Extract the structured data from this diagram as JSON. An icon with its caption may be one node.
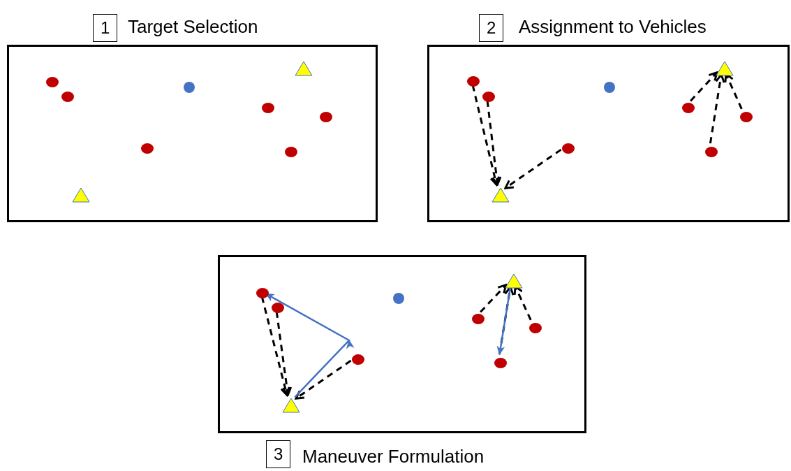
{
  "diagram": {
    "nodes": [
      {
        "text": [
          "1",
          "Target Selection"
        ]
      },
      {
        "text": [],
        "shape": "circle",
        "in": 0
      },
      {
        "text": [],
        "shape": "circle",
        "in": 0
      },
      {
        "text": [],
        "shape": "triangle",
        "in": 0
      },
      {
        "text": [],
        "shape": "circle",
        "in": 0
      },
      {
        "text": [],
        "shape": "circle",
        "in": 0
      },
      {
        "text": [],
        "shape": "circle",
        "in": 0
      },
      {
        "text": [],
        "shape": "circle",
        "in": 0
      },
      {
        "text": [],
        "shape": "triangle",
        "in": 0
      },
      {
        "text": [],
        "shape": "circle",
        "in": 0
      },
      {
        "text": [
          "2",
          "Assignment to Vehicles"
        ]
      },
      {
        "text": [],
        "shape": "circle",
        "in": 10
      },
      {
        "text": [],
        "shape": "circle",
        "in": 10
      },
      {
        "text": [],
        "shape": "triangle",
        "in": 10
      },
      {
        "text": [],
        "shape": "circle",
        "in": 10
      },
      {
        "text": [],
        "shape": "circle",
        "in": 10
      },
      {
        "text": [],
        "shape": "circle",
        "in": 10
      },
      {
        "text": [],
        "shape": "circle",
        "in": 10
      },
      {
        "text": [],
        "shape": "triangle",
        "in": 10
      },
      {
        "text": [],
        "shape": "circle",
        "in": 10
      },
      {
        "text": [
          "3",
          "Maneuver Formulation"
        ]
      },
      {
        "text": [],
        "shape": "circle",
        "in": 20
      },
      {
        "text": [],
        "shape": "circle",
        "in": 20
      },
      {
        "text": [],
        "shape": "triangle",
        "in": 20
      },
      {
        "text": [],
        "shape": "circle",
        "in": 20
      },
      {
        "text": [],
        "shape": "circle",
        "in": 20
      },
      {
        "text": [],
        "shape": "circle",
        "in": 20
      },
      {
        "text": [],
        "shape": "circle",
        "in": 20
      },
      {
        "text": [],
        "shape": "triangle",
        "in": 20
      },
      {
        "text": [],
        "shape": "circle",
        "in": 20
      }
    ],
    "edges": [
      {
        "from": 11,
        "to": 13,
        "arrow": "to",
        "style": "dashed"
      },
      {
        "from": 12,
        "to": 13,
        "arrow": "to",
        "style": "dashed"
      },
      {
        "from": 14,
        "to": 13,
        "arrow": "to",
        "style": "dashed"
      },
      {
        "from": 16,
        "to": 18,
        "arrow": "to",
        "style": "dashed"
      },
      {
        "from": 17,
        "to": 18,
        "arrow": "to",
        "style": "dashed"
      },
      {
        "from": 19,
        "to": 18,
        "arrow": "to",
        "style": "dashed"
      },
      {
        "from": 21,
        "to": 23,
        "arrow": "to",
        "style": "dashed"
      },
      {
        "from": 22,
        "to": 23,
        "arrow": "to",
        "style": "dashed"
      },
      {
        "from": 24,
        "to": 23,
        "arrow": "to",
        "style": "dashed"
      },
      {
        "from": 26,
        "to": 28,
        "arrow": "to",
        "style": "dashed"
      },
      {
        "from": 27,
        "to": 28,
        "arrow": "to",
        "style": "dashed"
      },
      {
        "from": 29,
        "to": 28,
        "arrow": "to",
        "style": "dashed"
      },
      {
        "from": 23,
        "to": 21,
        "arrow": "to",
        "color": "#4472c4"
      },
      {
        "from": 28,
        "to": 27,
        "arrow": "to",
        "color": "#4472c4"
      }
    ]
  }
}
